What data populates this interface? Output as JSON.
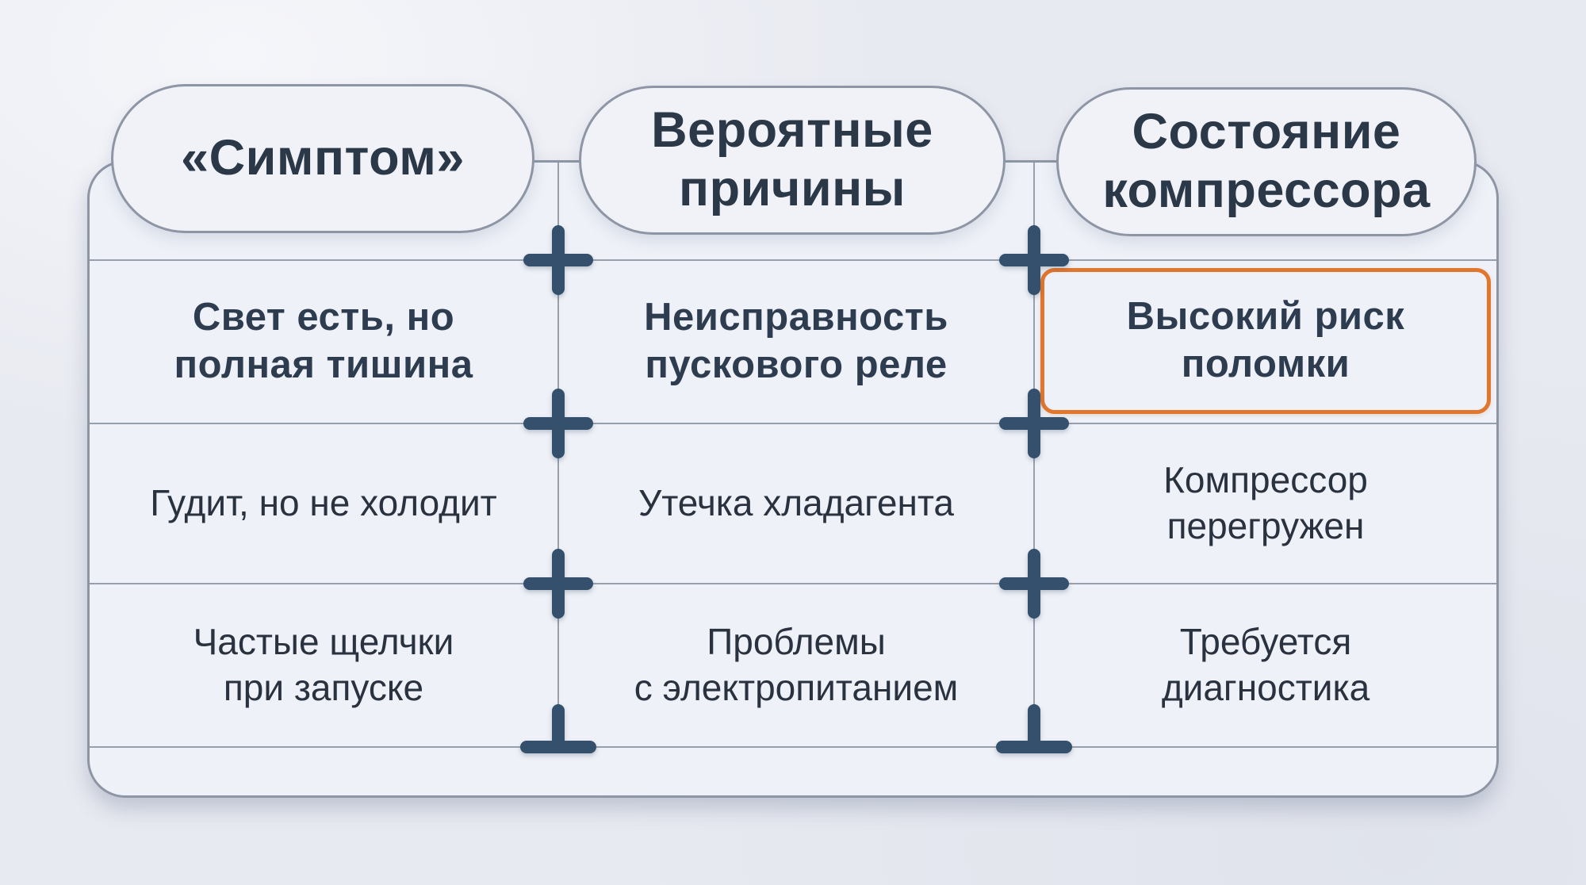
{
  "colors": {
    "page_background": "#e8eaf1",
    "panel_background": "#eef1f7",
    "line_gray": "#8e96a5",
    "marker_slate": "#35506c",
    "highlight_orange": "#e1762e",
    "text_dark": "#2a3240"
  },
  "headers": [
    {
      "label": "«Симптом»"
    },
    {
      "label": "Вероятные\nпричины"
    },
    {
      "label": "Состояние\nкомпрессора"
    }
  ],
  "rows": [
    {
      "cells": [
        {
          "text": "Свет есть, но\nполная тишина",
          "bold": true
        },
        {
          "text": "Неисправность\nпускового реле",
          "bold": true
        },
        {
          "text": "Высокий риск\nполомки",
          "bold": true,
          "highlighted": true
        }
      ]
    },
    {
      "cells": [
        {
          "text": "Гудит, но не холодит"
        },
        {
          "text": "Утечка хладагента"
        },
        {
          "text": "Компрессор\nперегружен"
        }
      ]
    },
    {
      "cells": [
        {
          "text": "Частые щелчки\nпри запуске"
        },
        {
          "text": "Проблемы\nс электропитанием"
        },
        {
          "text": "Требуется\nдиагностика"
        }
      ]
    }
  ]
}
